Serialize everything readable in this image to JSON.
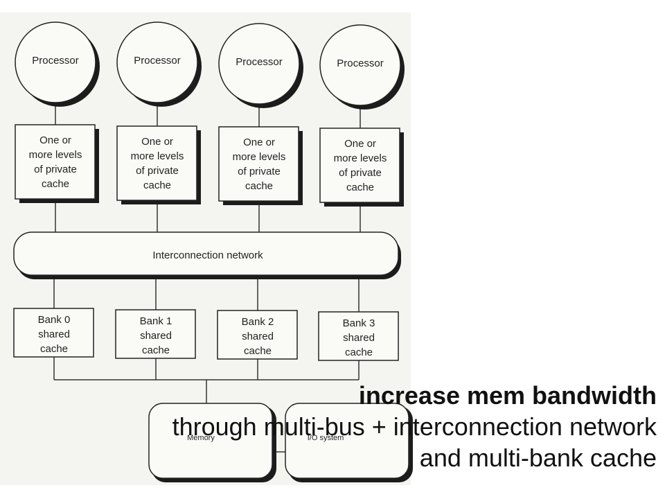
{
  "diagram": {
    "processors": [
      "Processor",
      "Processor",
      "Processor",
      "Processor"
    ],
    "private_caches": [
      [
        "One or",
        "more levels",
        "of private",
        "cache"
      ],
      [
        "One or",
        "more levels",
        "of private",
        "cache"
      ],
      [
        "One or",
        "more levels",
        "of private",
        "cache"
      ],
      [
        "One or",
        "more levels",
        "of private",
        "cache"
      ]
    ],
    "interconnect": "Interconnection network",
    "banks": [
      [
        "Bank 0",
        "shared",
        "cache"
      ],
      [
        "Bank 1",
        "shared",
        "cache"
      ],
      [
        "Bank 2",
        "shared",
        "cache"
      ],
      [
        "Bank 3",
        "shared",
        "cache"
      ]
    ],
    "memory": "Memory",
    "io": "I/O system"
  },
  "caption": {
    "line1": "increase mem bandwidth",
    "line2": "through multi-bus + interconnection network",
    "line3": "and multi-bank cache"
  }
}
